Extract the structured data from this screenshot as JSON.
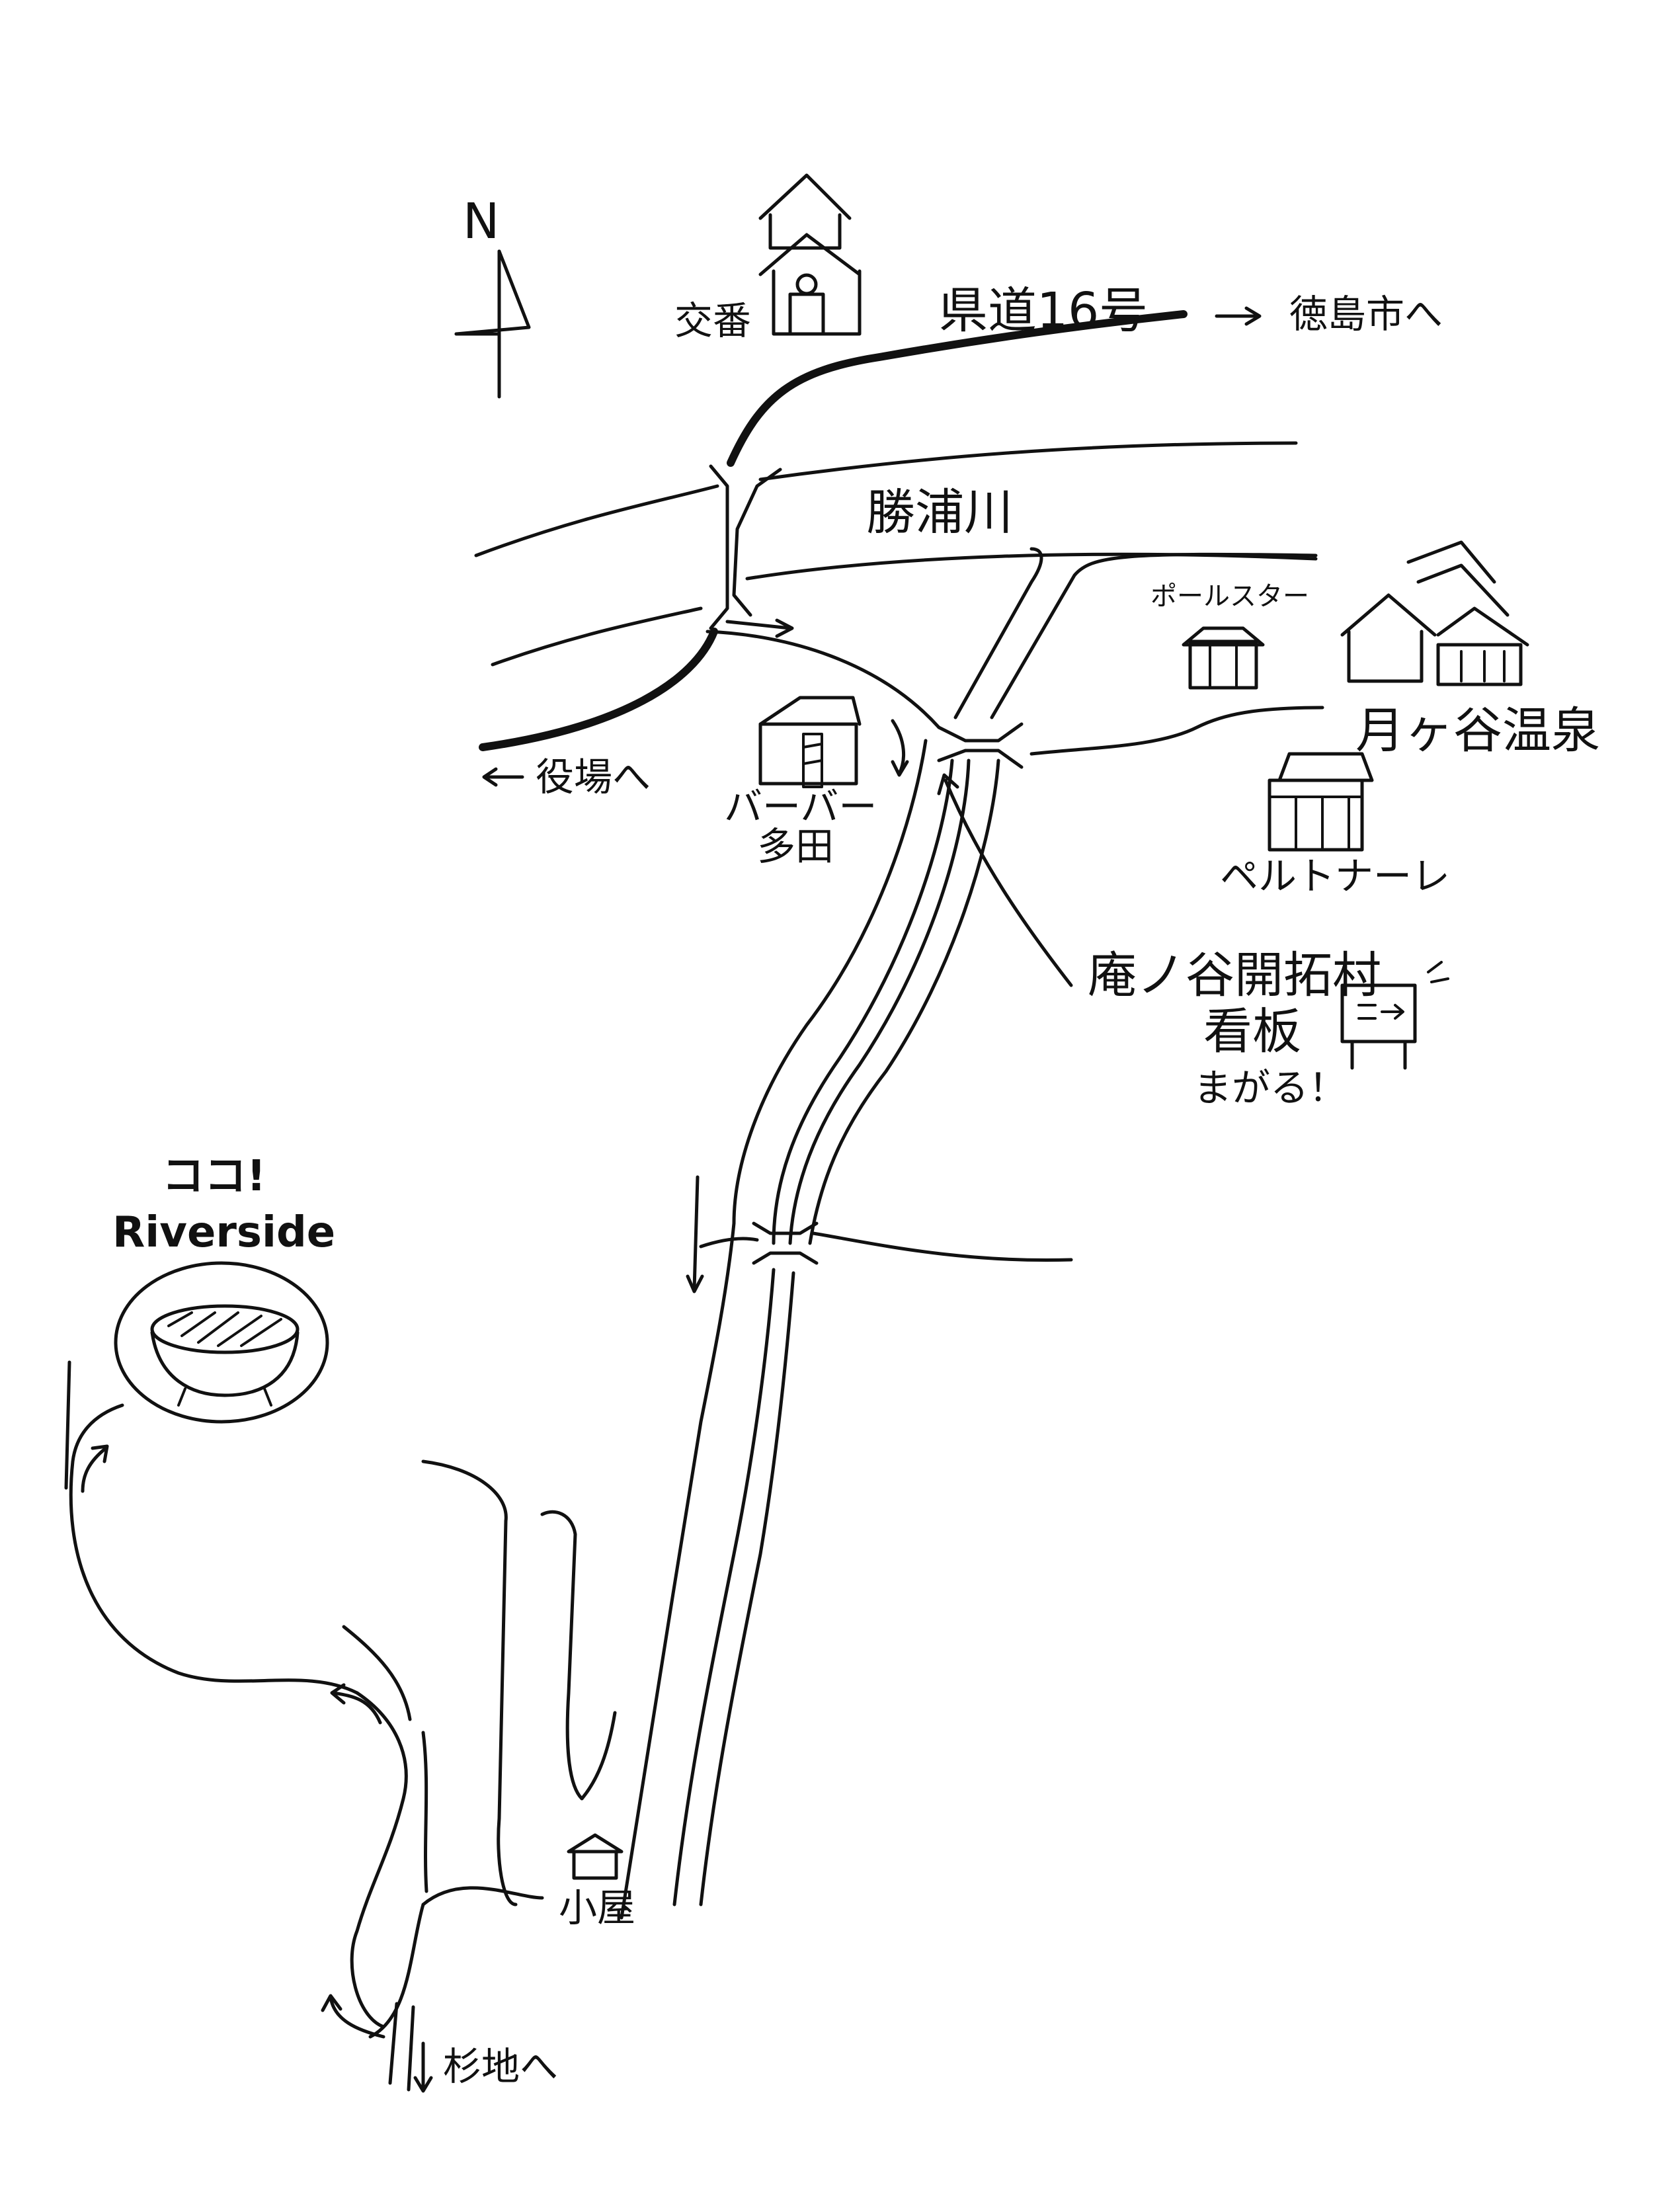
{
  "map": {
    "north_label": "N",
    "road_label": "県道16号",
    "koban_label": "交番",
    "tokushima_label": "徳島市へ",
    "river_label": "勝浦川",
    "yakuba_label": "役場へ",
    "polestar_label": "ポールスター",
    "onsen_label": "月ヶ谷温泉",
    "barber_label_1": "バーバー",
    "barber_label_2": "多田",
    "peru_label": "ペルトナーレ",
    "sign_label_1": "庵ノ谷開拓村",
    "sign_label_2": "看板",
    "sign_label_3": "まがる！",
    "koko_label": "ココ!",
    "riverside_label": "Riverside",
    "koya_label": "小屋",
    "sugichi_label": "杉地へ"
  },
  "colors": {
    "ink": "#111111",
    "paper": "#ffffff"
  },
  "icons": [
    "compass-north-arrow-icon",
    "police-box-icon",
    "bbq-grill-icon",
    "signboard-icon",
    "hut-icon"
  ]
}
